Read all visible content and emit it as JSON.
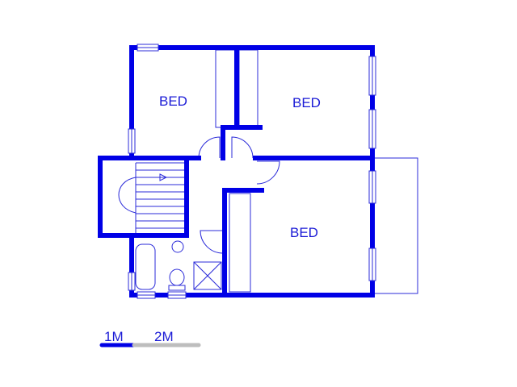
{
  "rooms": {
    "bed_1": {
      "label": "BED"
    },
    "bed_2": {
      "label": "BED"
    },
    "bed_3": {
      "label": "BED"
    }
  },
  "scale_bar": {
    "label_1": "1M",
    "label_2": "2M"
  },
  "colors": {
    "wall": "#0000e6",
    "fixture_line": "#2b2bd9",
    "text": "#1a1ad6",
    "scale_dark": "#0000e6",
    "scale_light": "#bdbdbd"
  }
}
